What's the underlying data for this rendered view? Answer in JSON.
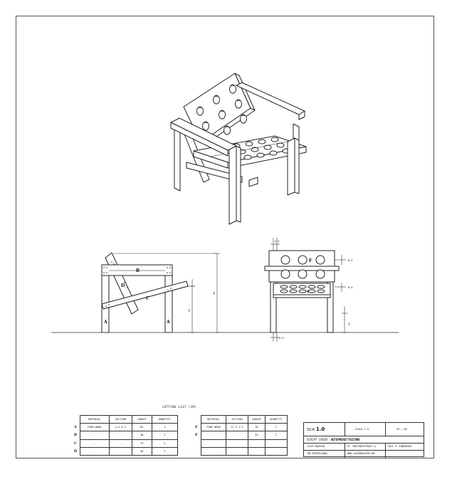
{
  "drawing": {
    "front_view": {
      "part_labels": [
        "A",
        "A",
        "B",
        "C",
        "D"
      ],
      "height_label": "65",
      "seat_height_label": "41"
    },
    "side_view": {
      "part_labels": [
        "F",
        "E"
      ],
      "top_offset_label": "4.5",
      "hole_label_top": "Ø 6",
      "hole_label_seat": "Ø 6",
      "leg_label": "37",
      "bottom_offset_label": "4.5"
    }
  },
  "cutting_list": {
    "caption": "CUTTING LIST (CM)",
    "left": {
      "headers": [
        "MATERIAL",
        "SECTION",
        "LENGHT",
        "QUANTITY"
      ],
      "rows": [
        {
          "part": "A",
          "material": "PINE WOOD",
          "section": "4 X 5.5",
          "length": "65",
          "quantity": "4"
        },
        {
          "part": "B",
          "material": "-",
          "section": "-",
          "length": "58",
          "quantity": "2"
        },
        {
          "part": "C",
          "material": "-",
          "section": "-",
          "length": "73",
          "quantity": "2"
        },
        {
          "part": "D",
          "material": "-",
          "section": "-",
          "length": "46",
          "quantity": "2"
        }
      ]
    },
    "right": {
      "headers": [
        "MATERIAL",
        "SECTION",
        "LENGHT",
        "QUANTITY"
      ],
      "rows": [
        {
          "part": "E",
          "material": "PINE WOOD",
          "section": "12 X 1.5",
          "length": "16",
          "quantity": "2"
        },
        {
          "part": "F",
          "material": "-",
          "section": "-",
          "length": "55",
          "quantity": "2"
        },
        {
          "part": "",
          "material": "",
          "section": "",
          "length": "",
          "quantity": ""
        },
        {
          "part": "",
          "material": "",
          "section": "",
          "length": "",
          "quantity": ""
        }
      ]
    }
  },
  "title_block": {
    "code_prefix": "SCA",
    "code_version": "1.0",
    "scale": "SCALE   1:5",
    "sheet": "39 | 89",
    "name_prefix": "SCRIPT CHAIR:",
    "name_main": "AUTOPROGETTAZIONE",
    "designer": "LUCAS MAASSEN",
    "address": "ST. MARTINUSSTRAAT 11",
    "postcode": "5611 TC EINDHOVEN",
    "country": "THE NETHERLANDS",
    "website": "WWW.LUCASMAASSEN.COM"
  }
}
